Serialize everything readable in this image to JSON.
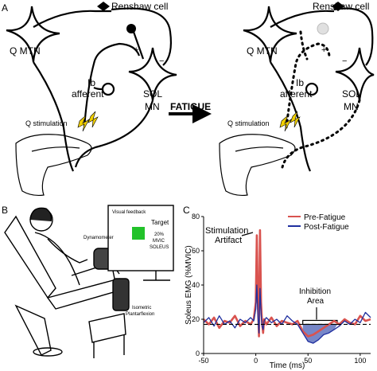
{
  "panel_a": {
    "letter": "A",
    "fatigue_label": "FATIGUE",
    "left": {
      "renshaw": "Renshaw cell",
      "q_mtn": "Q MTN",
      "ib_1": "Ib",
      "ib_2": "afferent",
      "sol_1": "SOL",
      "sol_2": "MN",
      "q_stim": "Q stimulation"
    },
    "right": {
      "renshaw": "Renshaw cell",
      "q_mtn": "Q MTN",
      "ib_1": "Ib",
      "ib_2": "afferent",
      "sol_1": "SOL",
      "sol_2": "MN",
      "q_stim": "Q stimulation"
    },
    "plus_sign": "+",
    "minus_sign": "−"
  },
  "panel_b": {
    "letter": "B",
    "visual_feedback": "Visual feedback",
    "dynamometer": "Dynamometer",
    "target": "Target",
    "target_line_1": "20%",
    "target_line_2": "MVIC",
    "target_line_3": "SOLEUS",
    "isometric_1": "Isometric",
    "isometric_2": "Plantarflexion"
  },
  "panel_c": {
    "letter": "C",
    "stim_1": "Stimulation",
    "stim_2": "Artifact",
    "inhib_1": "Inhibition",
    "inhib_2": "Area",
    "colors": {
      "pre": "#d9534f",
      "post": "#1f2f9f",
      "area": "#4a5fb5"
    }
  },
  "chart_data": {
    "type": "line",
    "xlabel": "Time (ms)",
    "ylabel": "Soleus EMG (%MVIC)",
    "xlim": [
      -50,
      110
    ],
    "ylim": [
      0,
      80
    ],
    "xticks": [
      -50,
      0,
      50,
      100
    ],
    "yticks": [
      0,
      20,
      40,
      60,
      80
    ],
    "baseline_y": 17,
    "inhibition_window": [
      45,
      78
    ],
    "series": [
      {
        "name": "Pre-Fatigue",
        "x": [
          -50,
          -45,
          -40,
          -35,
          -30,
          -25,
          -20,
          -15,
          -10,
          -5,
          -2,
          0,
          1,
          2,
          3,
          4,
          5,
          6,
          7,
          8,
          10,
          15,
          20,
          25,
          30,
          35,
          40,
          45,
          50,
          55,
          60,
          65,
          70,
          75,
          80,
          85,
          90,
          95,
          100,
          105,
          110
        ],
        "values": [
          20,
          17,
          21,
          15,
          19,
          18,
          22,
          16,
          19,
          17,
          20,
          30,
          69,
          28,
          10,
          72,
          30,
          18,
          12,
          20,
          17,
          21,
          16,
          19,
          18,
          17,
          19,
          13,
          10,
          11,
          13,
          15,
          17,
          19,
          17,
          20,
          18,
          17,
          22,
          19,
          20
        ]
      },
      {
        "name": "Post-Fatigue",
        "x": [
          -50,
          -45,
          -40,
          -35,
          -30,
          -25,
          -20,
          -15,
          -10,
          -5,
          -2,
          0,
          1,
          2,
          3,
          4,
          5,
          6,
          7,
          8,
          10,
          15,
          20,
          25,
          30,
          35,
          40,
          45,
          50,
          55,
          60,
          65,
          70,
          75,
          80,
          85,
          90,
          95,
          100,
          105,
          110
        ],
        "values": [
          18,
          21,
          16,
          22,
          17,
          19,
          15,
          20,
          18,
          21,
          19,
          26,
          40,
          22,
          12,
          38,
          24,
          16,
          14,
          19,
          21,
          18,
          20,
          17,
          22,
          19,
          17,
          12,
          7,
          6,
          8,
          11,
          12,
          14,
          16,
          19,
          17,
          20,
          18,
          24,
          21
        ]
      }
    ]
  }
}
